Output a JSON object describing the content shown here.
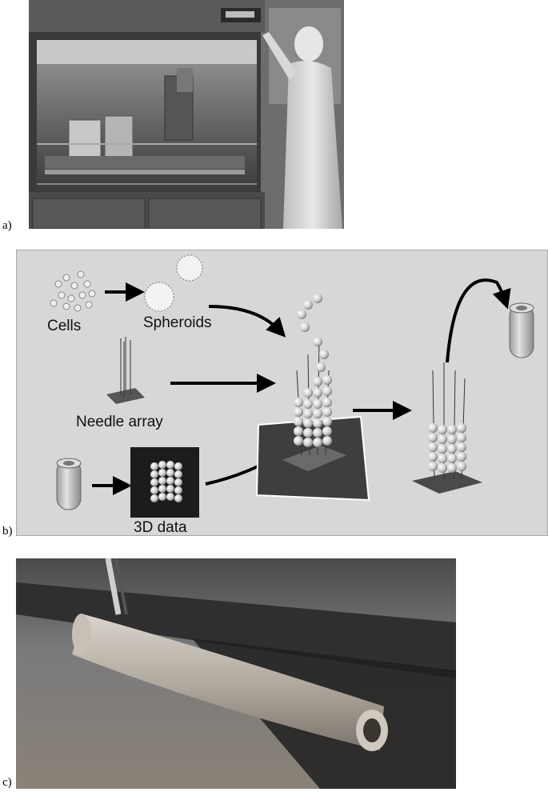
{
  "figure": {
    "panels": [
      {
        "id": "a",
        "label": "a)",
        "content": "photograph of cell printing machine in clean-room hood"
      },
      {
        "id": "b",
        "label": "b)"
      },
      {
        "id": "c",
        "label": "c)"
      }
    ],
    "schematic": {
      "cells_label": "Cells",
      "spheroids_label": "Spheroids",
      "needle_array_label": "Needle array",
      "data_label": "3D data"
    }
  }
}
